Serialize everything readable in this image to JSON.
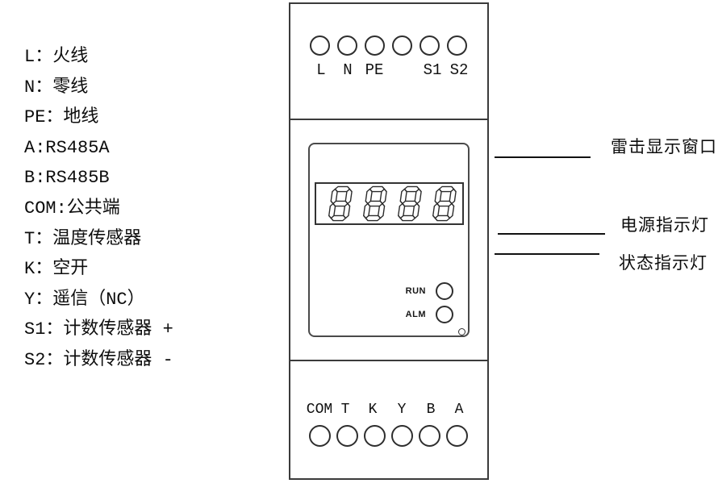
{
  "legend": {
    "items": [
      "L：火线",
      "N：零线",
      "PE：地线",
      "A:RS485A",
      "B:RS485B",
      "COM:公共端",
      "T：温度传感器",
      "K：空开",
      "Y：遥信（NC）",
      "S1：计数传感器 +",
      "S2：计数传感器 -"
    ]
  },
  "device": {
    "top_terminals": {
      "count": 6,
      "labels": [
        "L",
        "N",
        "PE",
        "S1",
        "S2"
      ]
    },
    "display": {
      "value": "8888"
    },
    "indicators": {
      "run_label": "RUN",
      "alm_label": "ALM"
    },
    "bottom_terminals": {
      "count": 6,
      "labels": [
        "COM",
        "T",
        "K",
        "Y",
        "B",
        "A"
      ]
    }
  },
  "annotations": [
    {
      "label": "雷击显示窗口"
    },
    {
      "label": "电源指示灯"
    },
    {
      "label": "状态指示灯"
    }
  ],
  "colors": {
    "line": "#3b3b3b",
    "text": "#0d0d0d",
    "background": "#ffffff"
  }
}
